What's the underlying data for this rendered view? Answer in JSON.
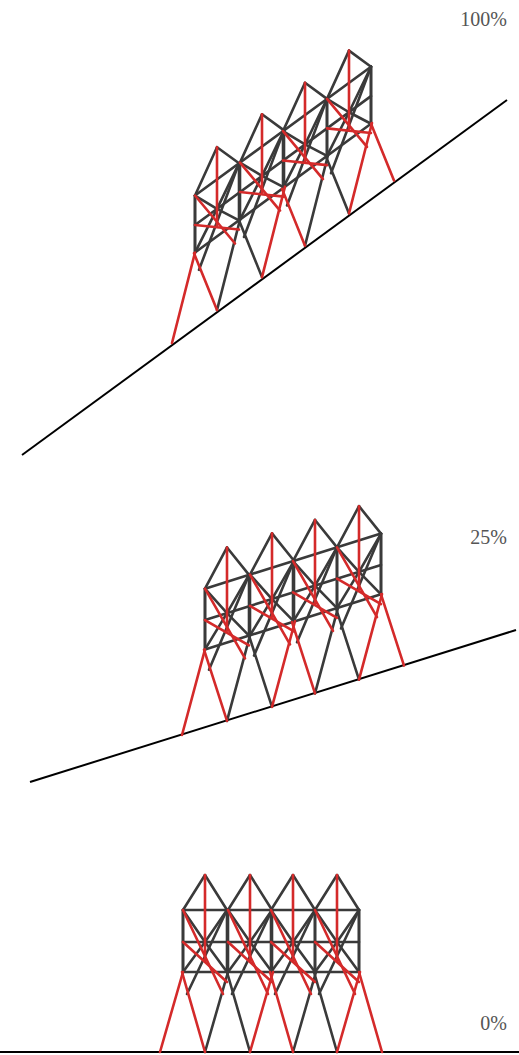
{
  "diagram": {
    "labels": [
      "100%",
      "25%",
      "0%"
    ]
  }
}
